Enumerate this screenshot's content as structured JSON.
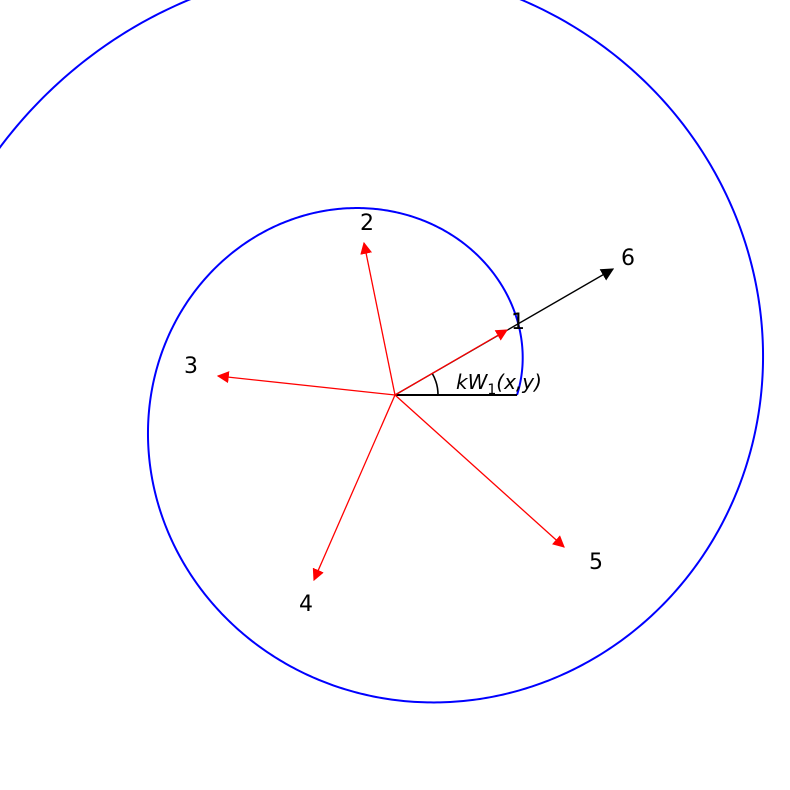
{
  "labels": {
    "p1": "1",
    "p2": "2",
    "p3": "3",
    "p4": "4",
    "p5": "5",
    "p6": "6"
  },
  "annotation": {
    "k": "k",
    "w": "W",
    "sub": "1",
    "args": "(x,y)"
  },
  "colors": {
    "spiral": "#0000ff",
    "red_vectors": "#ff0000",
    "black_vector": "#000000",
    "background": "#ffffff"
  }
}
